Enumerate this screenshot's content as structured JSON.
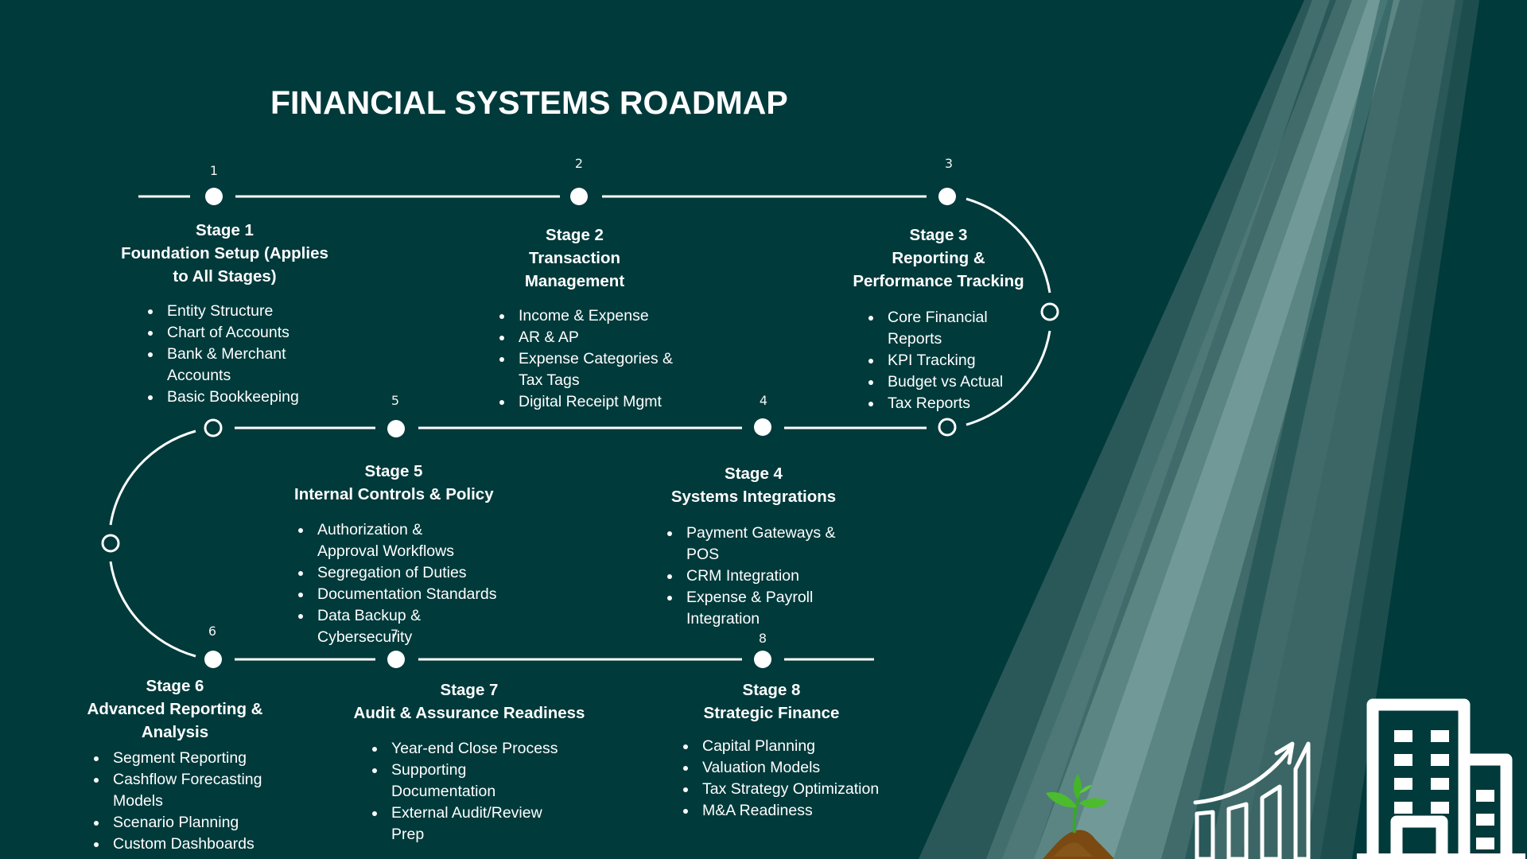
{
  "title": "FINANCIAL SYSTEMS ROADMAP",
  "colors": {
    "background": "#003a3b",
    "foreground": "#ffffff",
    "ray_light": "#6f9a98",
    "leaf": "#4cbb2e",
    "soil": "#7a4a12"
  },
  "stages": [
    {
      "number": "1",
      "heading": "Stage 1",
      "title_lines": [
        "Foundation Setup (Applies",
        "to All Stages)"
      ],
      "items": [
        "Entity Structure",
        "Chart of Accounts",
        "Bank & Merchant Accounts",
        "Basic Bookkeeping"
      ]
    },
    {
      "number": "2",
      "heading": "Stage 2",
      "title_lines": [
        "Transaction",
        "Management"
      ],
      "items": [
        "Income & Expense",
        "AR & AP",
        "Expense Categories & Tax Tags",
        "Digital Receipt Mgmt"
      ]
    },
    {
      "number": "3",
      "heading": "Stage 3",
      "title_lines": [
        "Reporting &",
        "Performance Tracking"
      ],
      "items": [
        "Core Financial Reports",
        "KPI Tracking",
        "Budget vs Actual",
        "Tax Reports"
      ]
    },
    {
      "number": "4",
      "heading": "Stage 4",
      "title_lines": [
        "Systems Integrations"
      ],
      "items": [
        "Payment Gateways & POS",
        "CRM Integration",
        "Expense & Payroll Integration"
      ]
    },
    {
      "number": "5",
      "heading": "Stage 5",
      "title_lines": [
        "Internal Controls & Policy"
      ],
      "items": [
        "Authorization & Approval Workflows",
        "Segregation of Duties",
        "Documentation Standards",
        "Data Backup & Cybersecurity"
      ]
    },
    {
      "number": "6",
      "heading": "Stage 6",
      "title_lines": [
        "Advanced Reporting &",
        "Analysis"
      ],
      "items": [
        "Segment Reporting",
        "Cashflow Forecasting Models",
        "Scenario Planning",
        "Custom Dashboards"
      ]
    },
    {
      "number": "7",
      "heading": "Stage 7",
      "title_lines": [
        "Audit & Assurance Readiness"
      ],
      "items": [
        "Year-end Close Process",
        "Supporting Documentation",
        "External Audit/Review Prep"
      ]
    },
    {
      "number": "8",
      "heading": "Stage 8",
      "title_lines": [
        "Strategic Finance"
      ],
      "items": [
        "Capital Planning",
        "Valuation Models",
        "Tax Strategy Optimization",
        "M&A Readiness"
      ]
    }
  ],
  "icons": [
    "seedling-icon",
    "growth-chart-icon",
    "office-building-icon"
  ]
}
